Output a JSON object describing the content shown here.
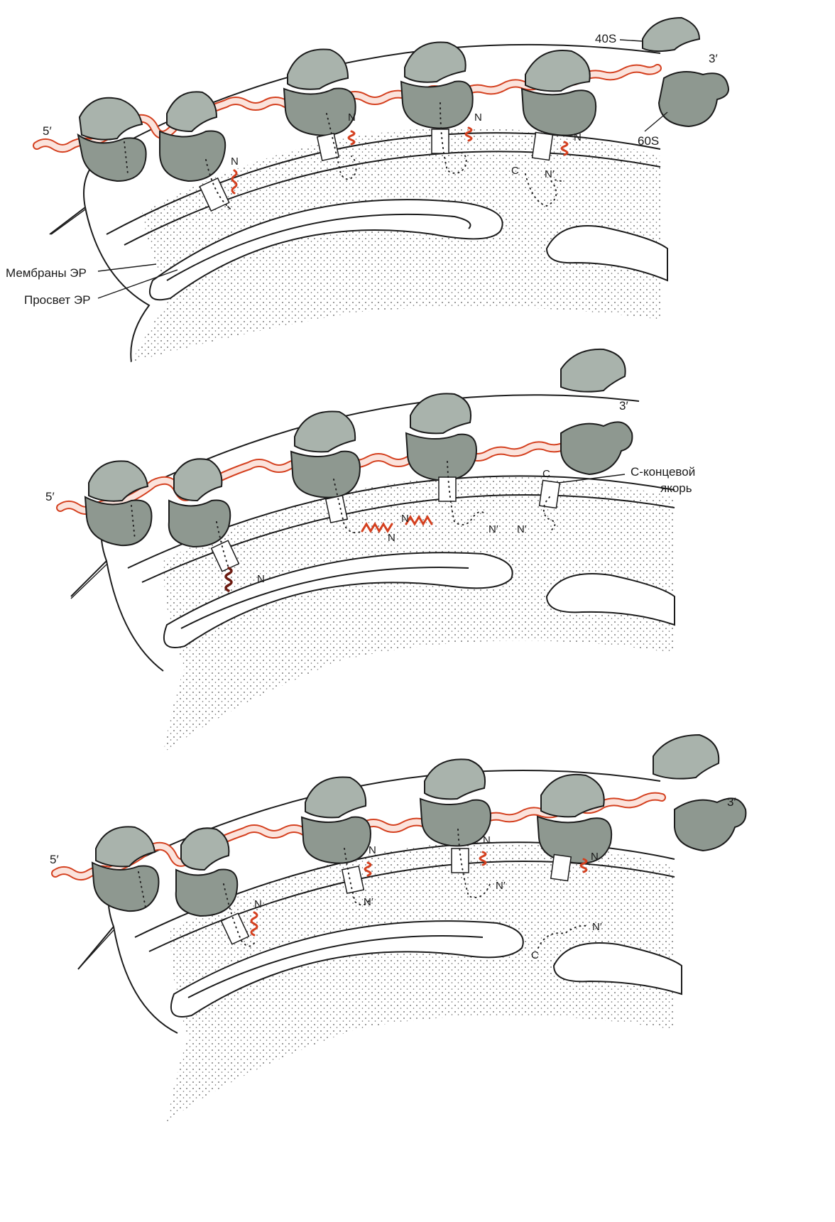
{
  "labels": {
    "s40": "40S",
    "s60": "60S",
    "three_prime": "3′",
    "five_prime": "5′",
    "er_membranes": "Мембраны  ЭР",
    "er_lumen": "Просвет  ЭР",
    "c_anchor_line1": "С-концевой",
    "c_anchor_line2": "якорь",
    "n": "N",
    "n_prime": "N′",
    "c": "C"
  },
  "colors": {
    "mrna": "#d4401f",
    "ribosome": "#a9b3ac",
    "lumen": "#d9d9d9",
    "outline": "#1c1c1c"
  }
}
